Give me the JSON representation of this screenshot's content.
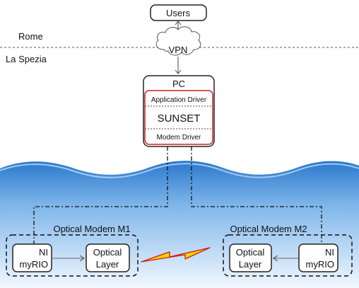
{
  "locations": {
    "top": "Rome",
    "bottom": "La Spezia"
  },
  "nodes": {
    "users": "Users",
    "vpn": "VPN",
    "pc": {
      "title": "PC",
      "app_driver": "Application Driver",
      "sunset": "SUNSET",
      "modem_driver": "Modem Driver"
    },
    "modem_m1": {
      "title": "Optical Modem M1",
      "ni_line1": "NI",
      "ni_line2": "myRIO",
      "optical_line1": "Optical",
      "optical_line2": "Layer"
    },
    "modem_m2": {
      "title": "Optical Modem M2",
      "optical_line1": "Optical",
      "optical_line2": "Layer",
      "ni_line1": "NI",
      "ni_line2": "myRIO"
    }
  },
  "colors": {
    "pc_inner_border": "#cc2222",
    "water_top": "#2f7fd0",
    "water_bottom": "#eef6ff",
    "bolt_fill": "#f6d400",
    "bolt_stroke": "#d01c1c"
  }
}
